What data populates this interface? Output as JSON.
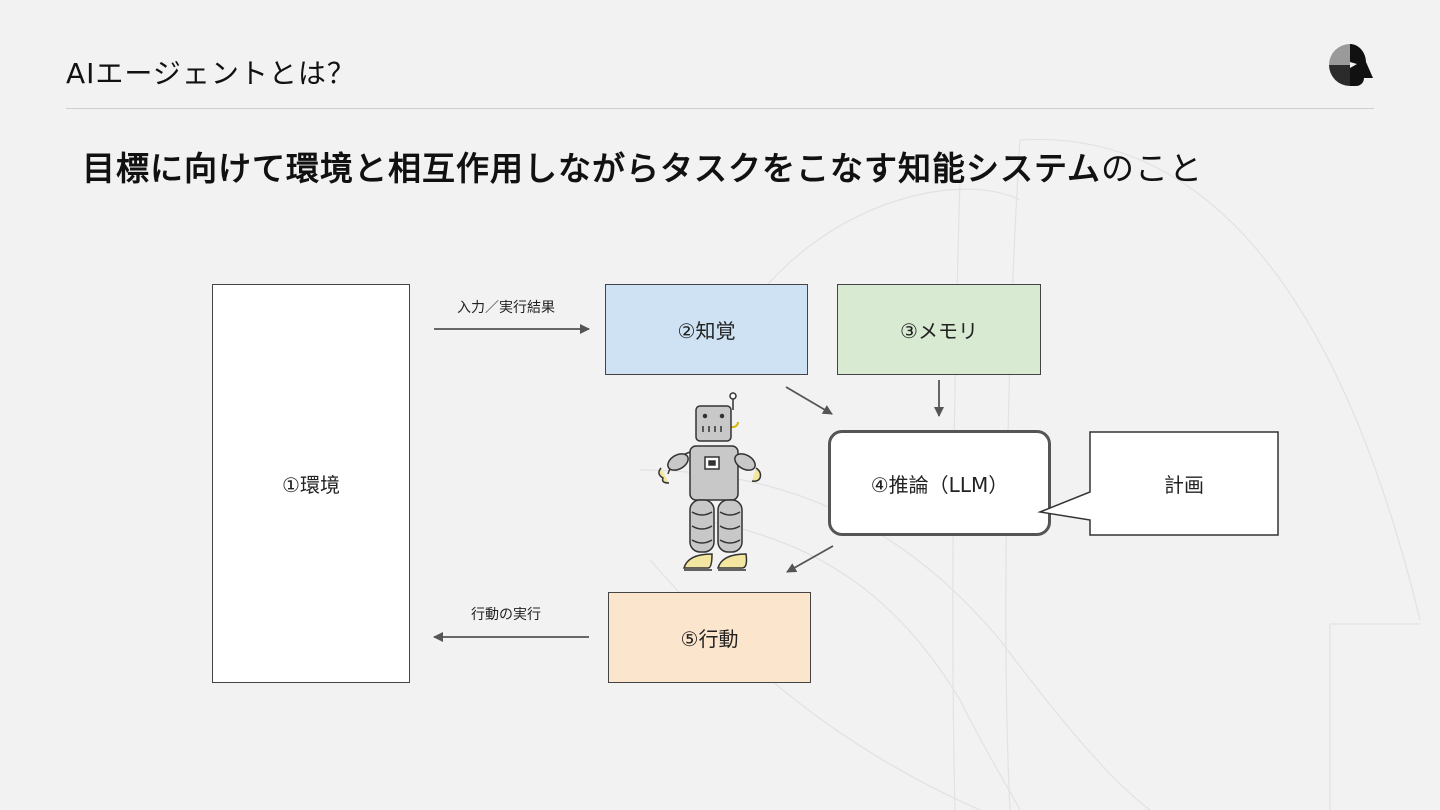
{
  "header": {
    "title": "AIエージェントとは？"
  },
  "headline": {
    "bold_part": "目標に向けて環境と相互作用しながらタスクをこなす知能システム",
    "light_part": "のこと"
  },
  "diagram": {
    "environment": "①環境",
    "perception": "②知覚",
    "memory": "③メモリ",
    "reasoning": "④推論（LLM）",
    "plan": "計画",
    "action": "⑤行動",
    "input_label": "入力／実行結果",
    "action_label": "行動の実行"
  },
  "colors": {
    "perception": "#cfe2f3",
    "memory": "#d9ead3",
    "action": "#fce5cd"
  },
  "icons": {
    "logo": "brand-logo-icon",
    "robot": "robot-icon"
  }
}
